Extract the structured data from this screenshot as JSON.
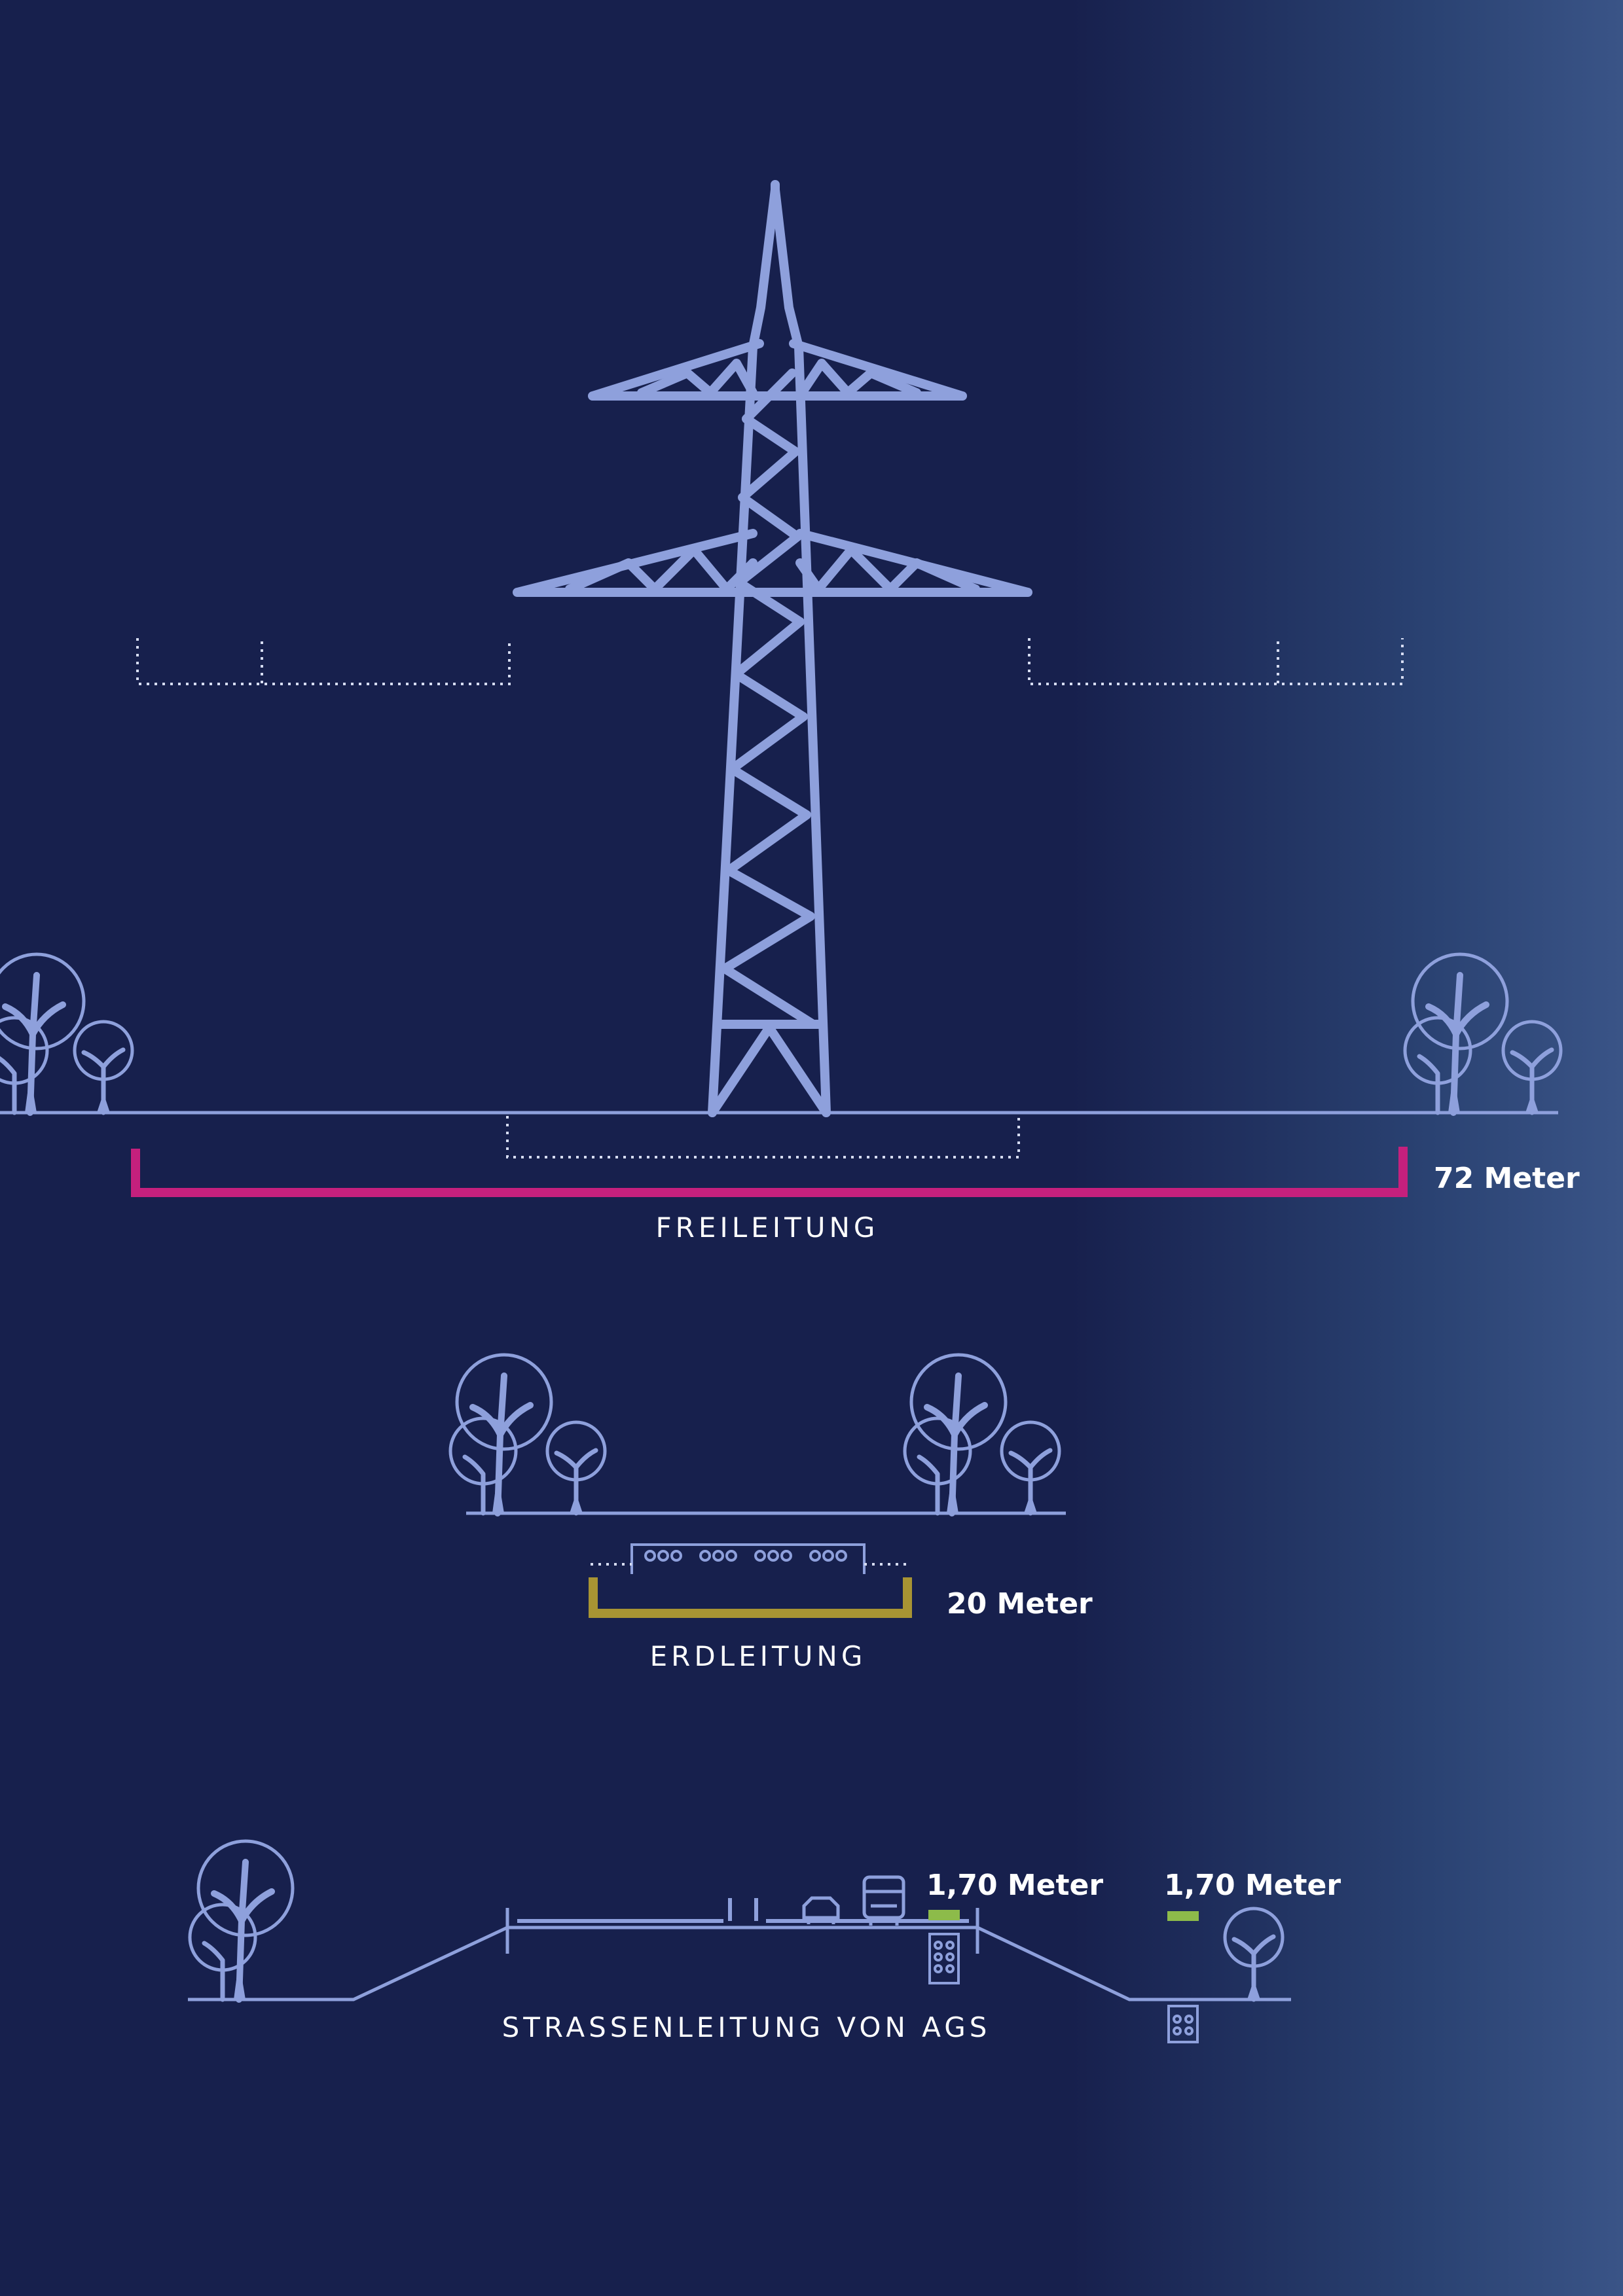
{
  "colors": {
    "line": "#8ea0dc",
    "overhead_bracket": "#c5207d",
    "underground_bracket": "#a89433",
    "road_marker": "#8dbb4a",
    "text": "#ffffff",
    "dotted": "#d6dcf2"
  },
  "freileitung": {
    "label": "FREILEITUNG",
    "width_label": "72 Meter"
  },
  "erdleitung": {
    "label": "ERDLEITUNG",
    "width_label": "20 Meter"
  },
  "strassenleitung": {
    "label": "STRASSENLEITUNG VON AGS",
    "width_label_road": "1,70 Meter",
    "width_label_shoulder": "1,70 Meter"
  },
  "icons": [
    "power-pylon-icon",
    "tree-icon",
    "car-icon",
    "truck-icon",
    "cable-duct-icon"
  ]
}
